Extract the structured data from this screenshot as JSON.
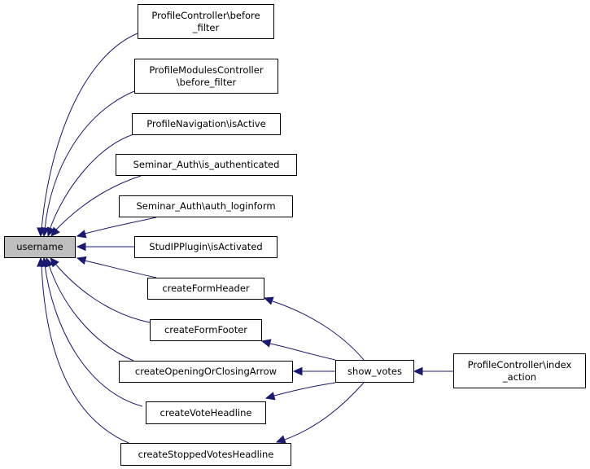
{
  "graph": {
    "root": "username",
    "nodes": {
      "username": "username",
      "pc_before": "ProfileController\\before\n_filter",
      "pmc_before": "ProfileModulesController\n\\before_filter",
      "pn_isactive": "ProfileNavigation\\isActive",
      "sa_isauth": "Seminar_Auth\\is_authenticated",
      "sa_login": "Seminar_Auth\\auth_loginform",
      "sp_isact": "StudIPPlugin\\isActivated",
      "cfh": "createFormHeader",
      "cff": "createFormFooter",
      "cooca": "createOpeningOrClosingArrow",
      "cvh": "createVoteHeadline",
      "csvh": "createStoppedVotesHeadline",
      "show_votes": "show_votes",
      "pc_index": "ProfileController\\index\n_action"
    },
    "edges": [
      [
        "pc_before",
        "username"
      ],
      [
        "pmc_before",
        "username"
      ],
      [
        "pn_isactive",
        "username"
      ],
      [
        "sa_isauth",
        "username"
      ],
      [
        "sa_login",
        "username"
      ],
      [
        "sp_isact",
        "username"
      ],
      [
        "cfh",
        "username"
      ],
      [
        "cff",
        "username"
      ],
      [
        "cooca",
        "username"
      ],
      [
        "cvh",
        "username"
      ],
      [
        "csvh",
        "username"
      ],
      [
        "show_votes",
        "cfh"
      ],
      [
        "show_votes",
        "cff"
      ],
      [
        "show_votes",
        "cooca"
      ],
      [
        "show_votes",
        "cvh"
      ],
      [
        "show_votes",
        "csvh"
      ],
      [
        "pc_index",
        "show_votes"
      ]
    ],
    "colors": {
      "edge": "#191970",
      "root_fill": "#bfbfbf",
      "node_border": "#000000"
    }
  }
}
